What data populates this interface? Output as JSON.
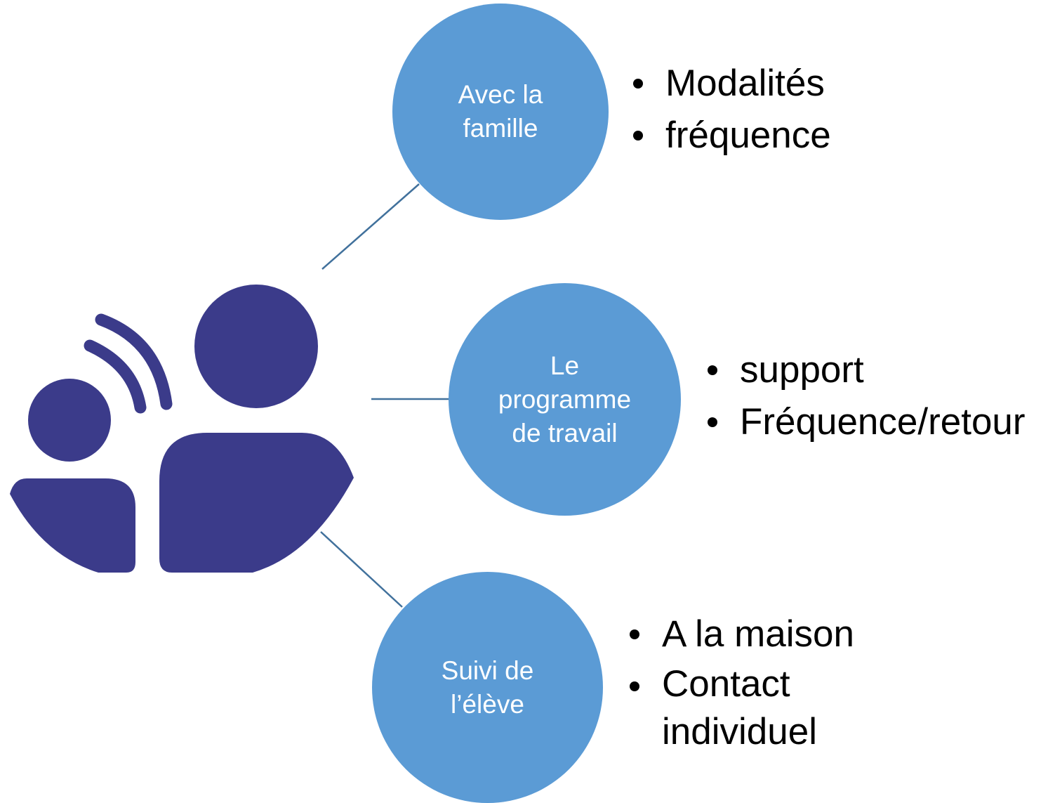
{
  "colors": {
    "circle_fill": "#5b9bd5",
    "connector": "#41719c",
    "icon": "#3b3b8a",
    "bullet_text": "#000000",
    "circle_text": "#ffffff"
  },
  "icon": {
    "name": "family-communication-icon"
  },
  "nodes": [
    {
      "label": "Avec la\nfamille",
      "bullets": [
        "Modalités",
        "fréquence"
      ]
    },
    {
      "label": "Le\nprogramme\nde travail",
      "bullets": [
        "support",
        "Fréquence/retour"
      ]
    },
    {
      "label": "Suivi de\nl’élève",
      "bullets": [
        "A la maison",
        "Contact\nindividuel"
      ]
    }
  ]
}
